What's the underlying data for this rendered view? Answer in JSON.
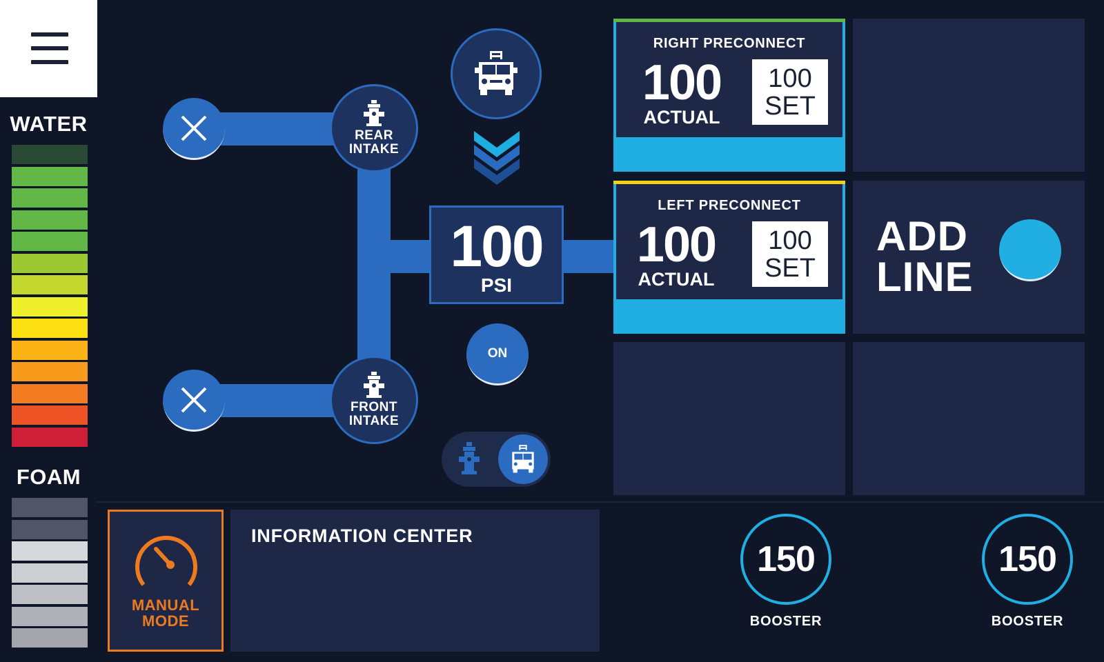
{
  "sidebar": {
    "water_label": "WATER",
    "foam_label": "FOAM",
    "water_bars": [
      "#2a4a33",
      "#62b847",
      "#62b847",
      "#62b847",
      "#62b847",
      "#9cc932",
      "#c3d72e",
      "#eef02c",
      "#fde011",
      "#fbb316",
      "#f89a1c",
      "#f37c22",
      "#ee5326",
      "#cf1f36"
    ],
    "foam_bars": [
      "#505667",
      "#505667",
      "#d7d8db",
      "#cdcfd3",
      "#bcbfc4",
      "#aeb1b7",
      "#a2a5ab"
    ]
  },
  "intake": {
    "rear_label_1": "REAR",
    "rear_label_2": "INTAKE",
    "front_label_1": "FRONT",
    "front_label_2": "INTAKE"
  },
  "pump": {
    "pressure": "100",
    "unit": "PSI",
    "on_label": "ON"
  },
  "preconnects": [
    {
      "title": "RIGHT PRECONNECT",
      "actual": "100",
      "actual_label": "ACTUAL",
      "set": "100",
      "set_label": "SET",
      "accent": "#5fb946"
    },
    {
      "title": "LEFT PRECONNECT",
      "actual": "100",
      "actual_label": "ACTUAL",
      "set": "100",
      "set_label": "SET",
      "accent": "#f4d21c"
    }
  ],
  "add_line": {
    "line1": "ADD",
    "line2": "LINE"
  },
  "bottom": {
    "manual_line1": "MANUAL",
    "manual_line2": "MODE",
    "info_title": "INFORMATION CENTER",
    "boosters": [
      {
        "value": "150",
        "label": "BOOSTER"
      },
      {
        "value": "150",
        "label": "BOOSTER"
      }
    ]
  },
  "colors": {
    "pipe": "#2b6bc0",
    "accent_cyan": "#20aee3",
    "manual_orange": "#ee7a20",
    "panel": "#1e2846",
    "background": "#0f1628"
  }
}
